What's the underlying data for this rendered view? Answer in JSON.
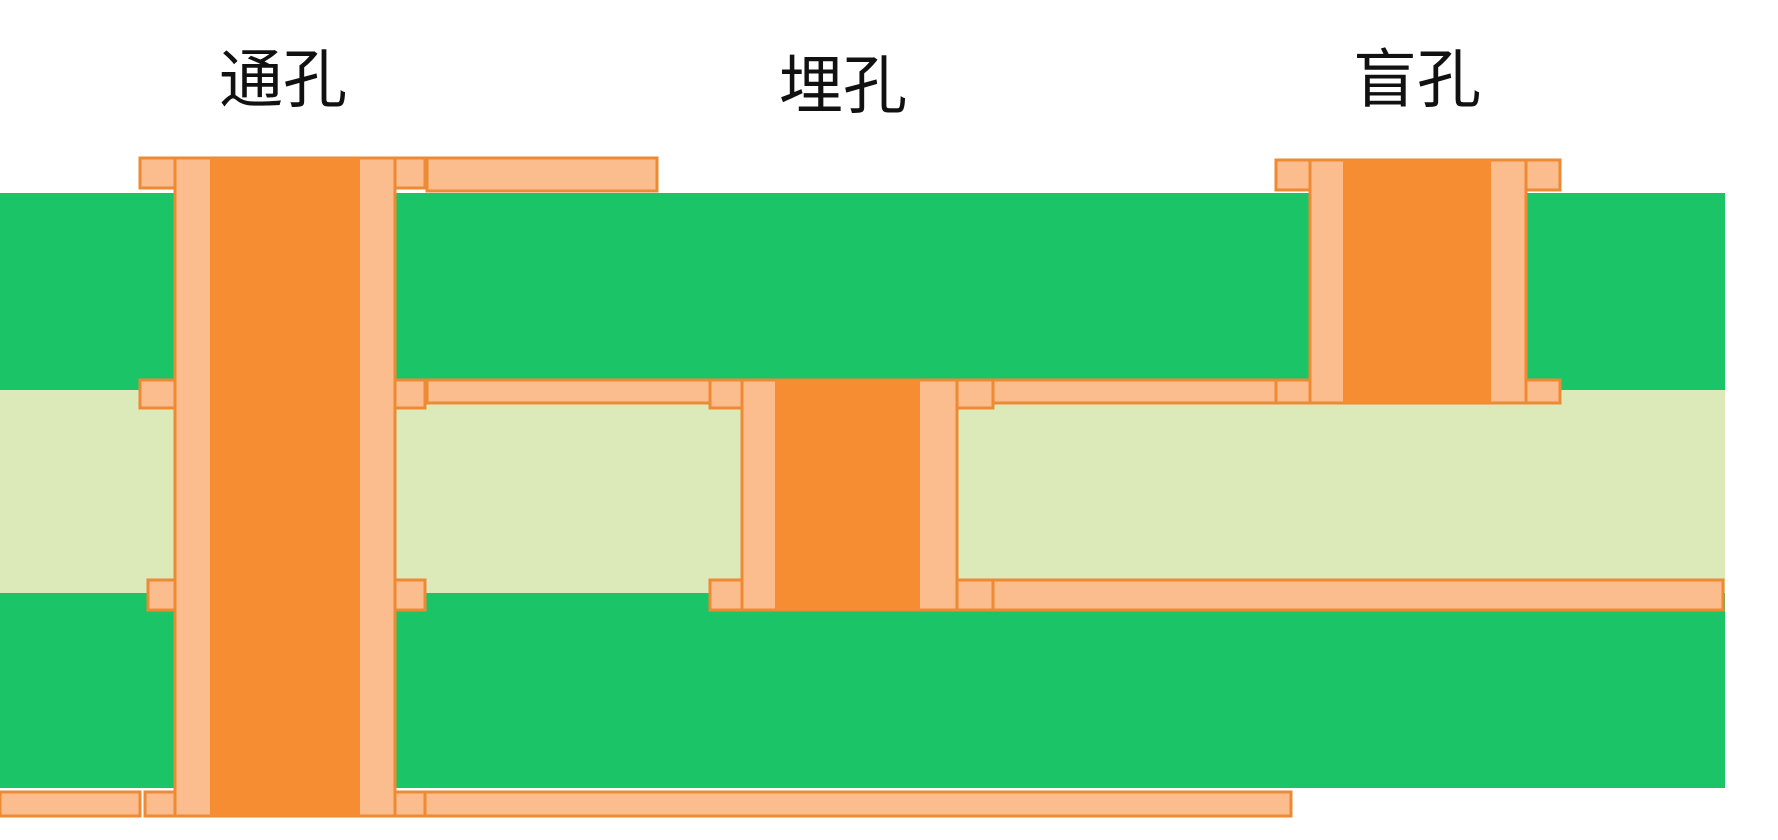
{
  "labels": {
    "through_via": "通孔",
    "buried_via": "埋孔",
    "blind_via": "盲孔"
  },
  "colors": {
    "substrate_green": "#1bc466",
    "core_light": "#dbeab8",
    "copper_fill": "#f68d32",
    "copper_plating": "#fbbd8d",
    "copper_outline": "#ee8a33",
    "background": "#ffffff"
  }
}
